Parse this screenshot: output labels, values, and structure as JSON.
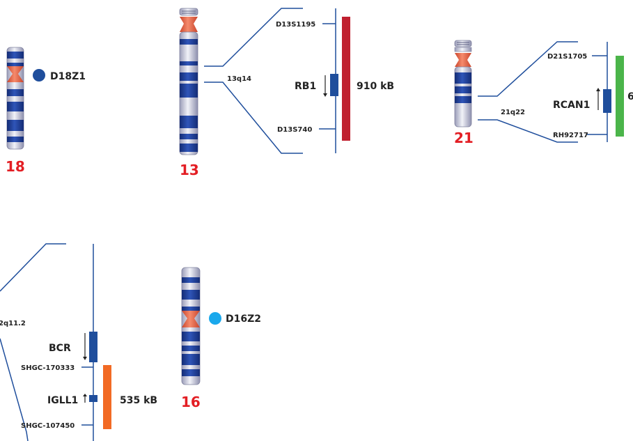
{
  "colors": {
    "chromosome_band": "#1d3f9a",
    "chromosome_body": "#d6d8ea",
    "centromere": "#ee6c4d",
    "line": "#1f4e9c",
    "label": "#222222",
    "chromosome_number": "#e31e24",
    "rb1_bar": "#c0202f",
    "rcan1_bar": "#4bb54a",
    "igll1_bar": "#f26a24",
    "d18z1_dot": "#1f4e9c",
    "d16z2_dot": "#1aa8ec"
  },
  "chr18": {
    "number": "18",
    "probe": "D18Z1"
  },
  "chr13": {
    "number": "13",
    "band": "13q14",
    "marker_top": "D13S1195",
    "marker_bottom": "D13S740",
    "gene": "RB1",
    "size": "910 kB"
  },
  "chr21": {
    "number": "21",
    "band": "21q22",
    "marker_top": "D21S1705",
    "marker_bottom": "RH92717",
    "gene": "RCAN1",
    "size": "6"
  },
  "chr22": {
    "band": "2q11.2",
    "gene_top": "BCR",
    "marker_mid": "SHGC-170333",
    "gene": "IGLL1",
    "marker_bottom": "SHGC-107450",
    "size": "535 kB"
  },
  "chr16": {
    "number": "16",
    "probe": "D16Z2"
  }
}
